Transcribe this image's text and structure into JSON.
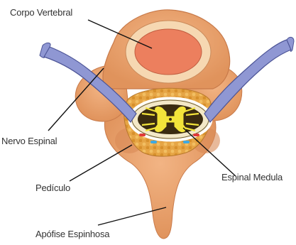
{
  "labels": {
    "corpo_vertebral": "Corpo Vertebral",
    "nervo_espinal": "Nervo Espinal",
    "pediculo": "Pedículo",
    "apofise_espinhosa": "Apófise Espinhosa",
    "espinal_medula": "Espinal Medula"
  },
  "colors": {
    "bone": "#e9a36f",
    "bone_shadow": "#c87a4a",
    "vertebral_body_rim": "#f6d8b2",
    "vertebral_body_core": "#ec7f5e",
    "nerve": "#8f97d3",
    "nerve_outline": "#4c5496",
    "canal_fat": "#e2a13c",
    "spinal_cord_grey": "#f3e43a",
    "spinal_cord_white": "#3a2b10",
    "vessel_red": "#e0393a",
    "vessel_blue": "#3fa9e0",
    "leader_line": "#111111",
    "text": "#333333"
  }
}
